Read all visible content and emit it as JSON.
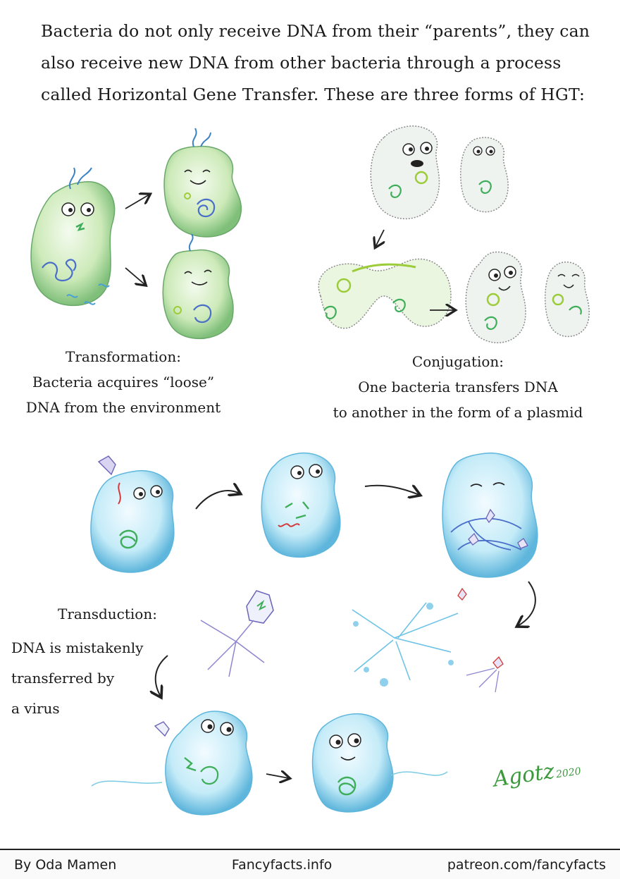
{
  "intro": {
    "line1": "Bacteria do not only receive DNA from their “parents”, they can",
    "line2": "also receive new DNA from other bacteria through a process",
    "line3": "called Horizontal Gene Transfer. These are three forms of HGT:"
  },
  "transformation": {
    "title": "Transformation:",
    "desc1": "Bacteria acquires “loose”",
    "desc2": "DNA from the environment"
  },
  "conjugation": {
    "title": "Conjugation:",
    "desc1": "One bacteria transfers DNA",
    "desc2": "to another in the form of a plasmid"
  },
  "transduction": {
    "title": "Transduction:",
    "desc1": "DNA is mistakenly",
    "desc2": "transferred by",
    "desc3": "a virus"
  },
  "signature": {
    "name": "Agotz",
    "year": "2020"
  },
  "footer": {
    "author": "By Oda Mamen",
    "site": "Fancyfacts.info",
    "patreon": "patreon.com/fancyfacts"
  },
  "colors": {
    "green_cell": "#bfe3b3",
    "green_dna": "#3fae5a",
    "blue_cell": "#b8e6f5",
    "blue_dna": "#4a6fc9",
    "red_dna": "#d23a3a"
  }
}
